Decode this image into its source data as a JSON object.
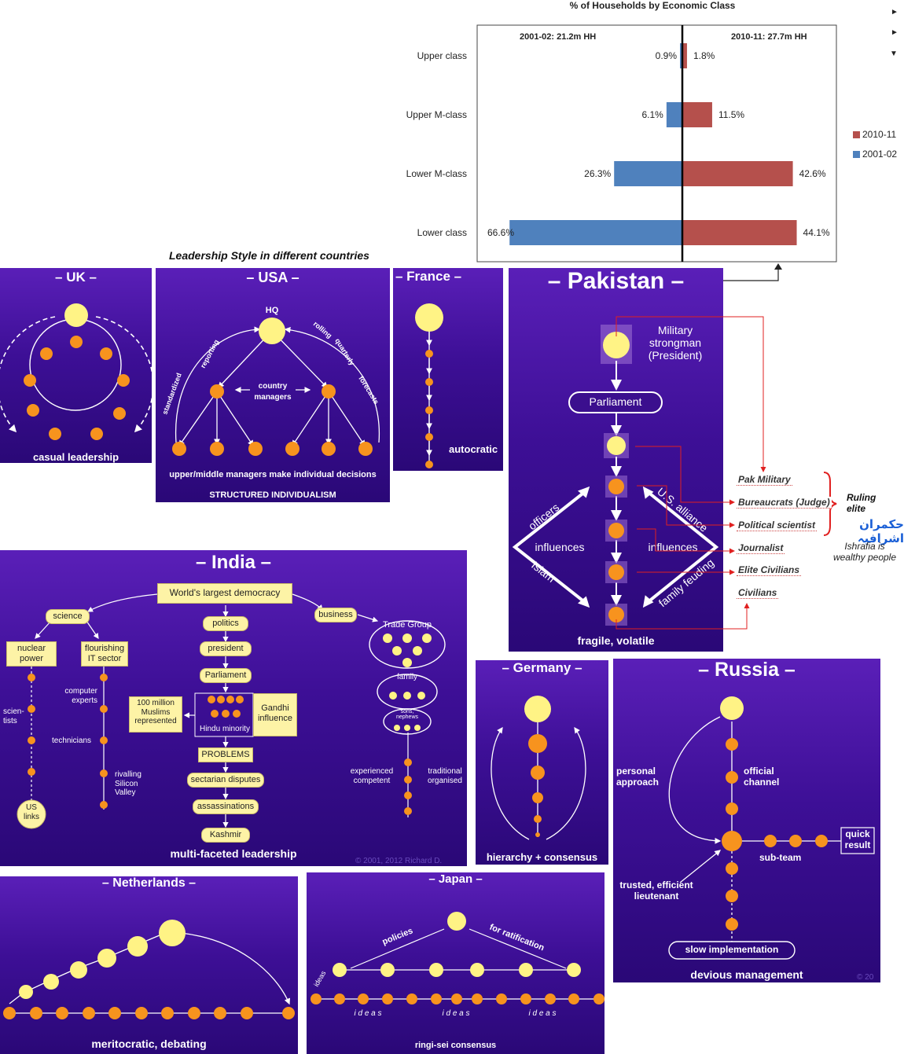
{
  "chart_data": {
    "type": "bar",
    "title": "% of Households by Economic Class",
    "left_header": "2001-02: 21.2m HH",
    "right_header": "2010-11: 27.7m HH",
    "categories": [
      "Upper class",
      "Upper M-class",
      "Lower M-class",
      "Lower class"
    ],
    "series": [
      {
        "name": "2010-11",
        "values": [
          1.8,
          11.5,
          42.6,
          44.1
        ],
        "labels": [
          "1.8%",
          "11.5%",
          "42.6%",
          "44.1%"
        ],
        "color": "#b5504c"
      },
      {
        "name": "2001-02",
        "values": [
          0.9,
          6.1,
          26.3,
          66.6
        ],
        "labels": [
          "0.9%",
          "6.1%",
          "26.3%",
          "66.6%"
        ],
        "color": "#4f81bd"
      }
    ],
    "orientation": "horizontal-diverging",
    "legend": "right"
  },
  "page": {
    "heading": "Leadership Style in different countries",
    "side_arrows": [
      "►",
      "►",
      "▼"
    ]
  },
  "uk": {
    "title": "– UK –",
    "caption": "casual leadership"
  },
  "usa": {
    "title": "– USA –",
    "hq": "HQ",
    "reporting": "reporting",
    "standardized": "standardized",
    "rolling": "rolling",
    "quarterly": "quarterly",
    "forecasts": "forecasts",
    "country": "country",
    "managers": "managers",
    "caption1": "upper/middle managers make individual decisions",
    "caption2": "STRUCTURED INDIVIDUALISM"
  },
  "france": {
    "title": "– France –",
    "caption": "autocratic"
  },
  "pakistan": {
    "title": "– Pakistan –",
    "military": "Military strongman (President)",
    "parliament": "Parliament",
    "officers": "officers",
    "influences_left": "influences",
    "islam": "Islam",
    "us_alliance": "U.S. alliance",
    "influences_right": "influences",
    "family_feuding": "family feuding",
    "caption": "fragile, volatile",
    "roles": [
      "Pak Military",
      "Bureaucrats (Judge)",
      "Political scientist",
      "Journalist",
      "Elite Civilians",
      "Civilians"
    ],
    "ruling": "Ruling elite",
    "ishrafia_note": "Ishrafia is wealthy people",
    "urdu_label": "حکمران اشرافیہ"
  },
  "india": {
    "title": "– India –",
    "democracy": "World's largest democracy",
    "science": "science",
    "business": "business",
    "politics": "politics",
    "president": "president",
    "parliament": "Parliament",
    "nuclear": "nuclear power",
    "it": "flourishing IT sector",
    "scientists": "scien- tists",
    "computer": "computer experts",
    "technicians": "technicians",
    "rivalling": "rivalling Silicon Valley",
    "us_links": "US links",
    "muslims": "100 million Muslims represented",
    "hindu": "Hindu minority",
    "gandhi": "Gandhi influence",
    "problems": "PROBLEMS",
    "sectarian": "sectarian disputes",
    "assassinations": "assassinations",
    "kashmir": "Kashmir",
    "trade": "Trade Group",
    "family": "family",
    "sons": "sons, nephews",
    "experienced": "experienced competent",
    "traditional": "traditional organised",
    "caption": "multi-faceted leadership",
    "copyright": "© 2001, 2012 Richard D."
  },
  "germany": {
    "title": "– Germany –",
    "caption": "hierarchy + consensus"
  },
  "russia": {
    "title": "– Russia –",
    "personal": "personal approach",
    "official": "official channel",
    "subteam": "sub-team",
    "quick": "quick result",
    "trusted": "trusted, efficient lieutenant",
    "slow": "slow implementation",
    "caption": "devious management",
    "copyright": "© 20"
  },
  "netherlands": {
    "title": "– Netherlands –",
    "caption": "meritocratic, debating"
  },
  "japan": {
    "title": "– Japan –",
    "policies": "policies",
    "ratification": "for ratification",
    "ideas_side": "ideas",
    "ideas": "i d e a s",
    "caption": "ringi-sei consensus"
  }
}
